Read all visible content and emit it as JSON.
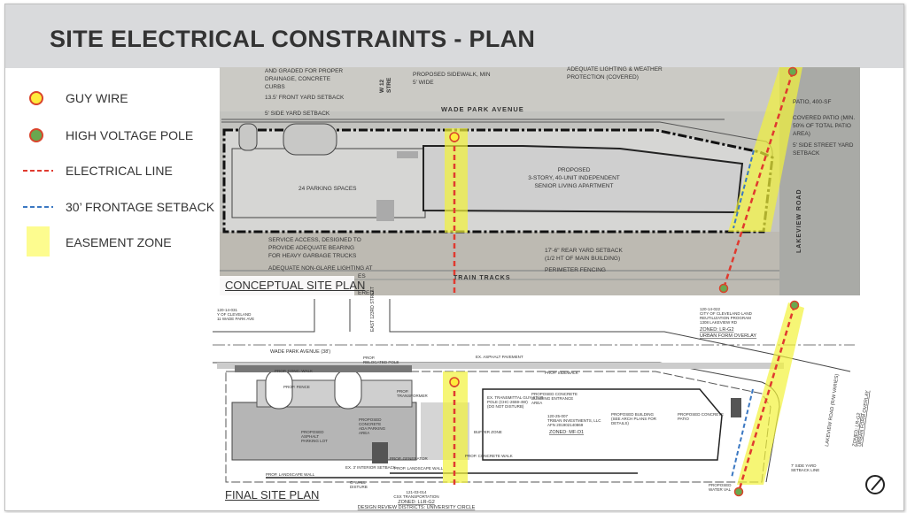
{
  "header": {
    "title": "SITE ELECTRICAL CONSTRAINTS - PLAN"
  },
  "legend": [
    {
      "label": "GUY WIRE",
      "icon": "guy-wire-icon",
      "color": "#ffeb3b"
    },
    {
      "label": "HIGH VOLTAGE POLE",
      "icon": "high-voltage-pole-icon",
      "color": "#6aa84f"
    },
    {
      "label": "ELECTRICAL LINE",
      "icon": "electrical-line-icon",
      "color": "#e03a2f"
    },
    {
      "label": "30’ FRONTAGE SETBACK",
      "icon": "frontage-setback-icon",
      "color": "#3b78c2"
    },
    {
      "label": "EASEMENT ZONE",
      "icon": "easement-zone-icon",
      "color": "#fdfc8f"
    }
  ],
  "conceptual": {
    "caption": "CONCEPTUAL SITE PLAN",
    "labels": {
      "graded": [
        "AND GRADED FOR PROPER",
        "DRAINAGE, CONCRETE",
        "CURBS"
      ],
      "front_setback": "13.5' FRONT YARD SETBACK",
      "side_setback": "5' SIDE YARD SETBACK",
      "sidewalk": [
        "PROPOSED SIDEWALK, MIN",
        "5' WIDE"
      ],
      "lighting_top": [
        "ADEQUATE LIGHTING & WEATHER",
        "PROTECTION (COVERED)"
      ],
      "street_w": [
        "W 12",
        "STRE"
      ],
      "wade_park": "WADE PARK AVENUE",
      "parking": "24 PARKING SPACES",
      "building": [
        "PROPOSED",
        "3-STORY, 40-UNIT INDEPENDENT",
        "SENIOR LIVING APARTMENT"
      ],
      "service": [
        "SERVICE ACCESS, DESIGNED TO",
        "PROVIDE ADEQUATE BEARING",
        "FOR HEAVY GARBAGE TRUCKS"
      ],
      "nonglare": [
        "ADEQUATE NON-GLARE LIGHTING AT",
        "ES"
      ],
      "ered": "ERED",
      "train": "TRAIN TRACKS",
      "rear_setback": [
        "17'-6\" REAR YARD SETBACK",
        "(1/2 HT OF MAIN BUILDING)"
      ],
      "fencing": "PERIMETER FENCING",
      "patio": "PATIO, 400-SF",
      "covered_patio": [
        "COVERED PATIO (MIN.",
        "50% OF TOTAL PATIO",
        "AREA)"
      ],
      "side_street": [
        "5' SIDE STREET YARD",
        "SETBACK"
      ],
      "lakeview": "LAKEVIEW ROAD"
    }
  },
  "final": {
    "caption": "FINAL SITE PLAN",
    "labels": {
      "wade_park": "WADE PARK AVENUE (38')",
      "east_st": "EAST 123RD STREET",
      "asphalt": "EX. ASPHALT PAVEMENT",
      "relocated_pole": [
        "PROP.",
        "RELOCATED POLE"
      ],
      "conc_walk": "PROP. CONC. WALK",
      "fence": "PROP. FENCE",
      "sidewalk": "PROP. SIDEWALK",
      "transformer": [
        "PROP.",
        "TRANSFORMER"
      ],
      "guy_stub": [
        "EX. TRANSMITTAL GUY STUB",
        "POLE (CHC-2659-4W)",
        "(DO NOT DISTURB)"
      ],
      "entrance": [
        "PROPOSED CONCRETE",
        "BUILDING ENTRANCE",
        "AREA"
      ],
      "owner": [
        "120-25-007",
        "TRIBAN INVESTMENTS, LLC",
        "AFN 201902140869"
      ],
      "zoned_mf": "ZONED: MF-D1",
      "prop_building": [
        "PROPOSED BUILDING",
        "(SEE ARCH PLANS FOR",
        "DETAILS)"
      ],
      "patio": [
        "PROPOSED CONCRETE",
        "PATIO"
      ],
      "asphalt_lot": [
        "PROPOSED",
        "ASPHALT",
        "PARKING LOT"
      ],
      "ada": [
        "PROPOSED",
        "CONCRETE",
        "ADA PARKING",
        "AREA"
      ],
      "generator": "PROP. GENERATOR",
      "landscape_wall": "PROP. LANDSCAPE WALL",
      "concrete_walk": "PROP. CONCRETE WALK",
      "interior_setback": "EX. 3' INTERIOR SETBACK",
      "buffer": "BUFFER ZONE",
      "zoned_lr": [
        "ZONED: LR-G2",
        "URBAN FORM OVERLAY"
      ],
      "city_parcel": [
        "120-14-022",
        "CITY OF CLEVELAND LAND",
        "REUTILIZATION PROGRAM",
        "1308 LAKEVIEW RD"
      ],
      "lakeview": "LAKEVIEW ROAD (R/W VARIES)",
      "zoned_lr_right": [
        "ZONED: LR-G2",
        "URBAN FORM OVERLAY"
      ],
      "side_yard": [
        "7' SIDE YARD",
        "SETBACK LINE"
      ],
      "water": [
        "PROPOSED",
        "WATER VAL"
      ],
      "csx": [
        "121-03-014",
        "CSX TRANSPORTATION"
      ],
      "zoned_llr": "ZONED: LLR-G2",
      "district": "DESIGN REVIEW DISTRICTS: UNIVERSITY CIRCLE",
      "left_parcel": [
        "120-14-031",
        "Y OF CLEVELAND",
        "11 WADE PARK AVE"
      ],
      "wall": [
        "C. WALL",
        "DISTURB"
      ]
    }
  }
}
